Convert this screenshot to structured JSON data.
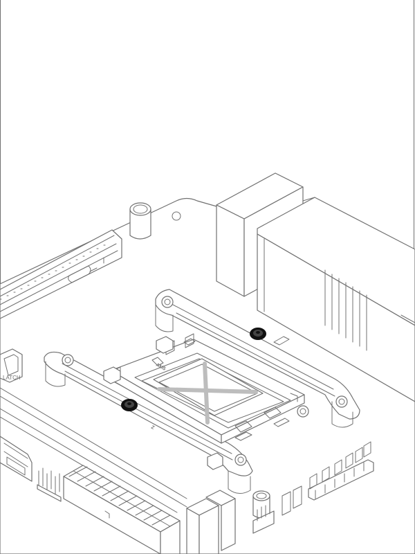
{
  "diagram": {
    "cpu_mark": "AM5",
    "socket_mark": "Z",
    "slot_mark": "LATCH",
    "stroke_color": "#707070",
    "fastener_color": "#111111",
    "cross_color": "#bdbdbd"
  }
}
